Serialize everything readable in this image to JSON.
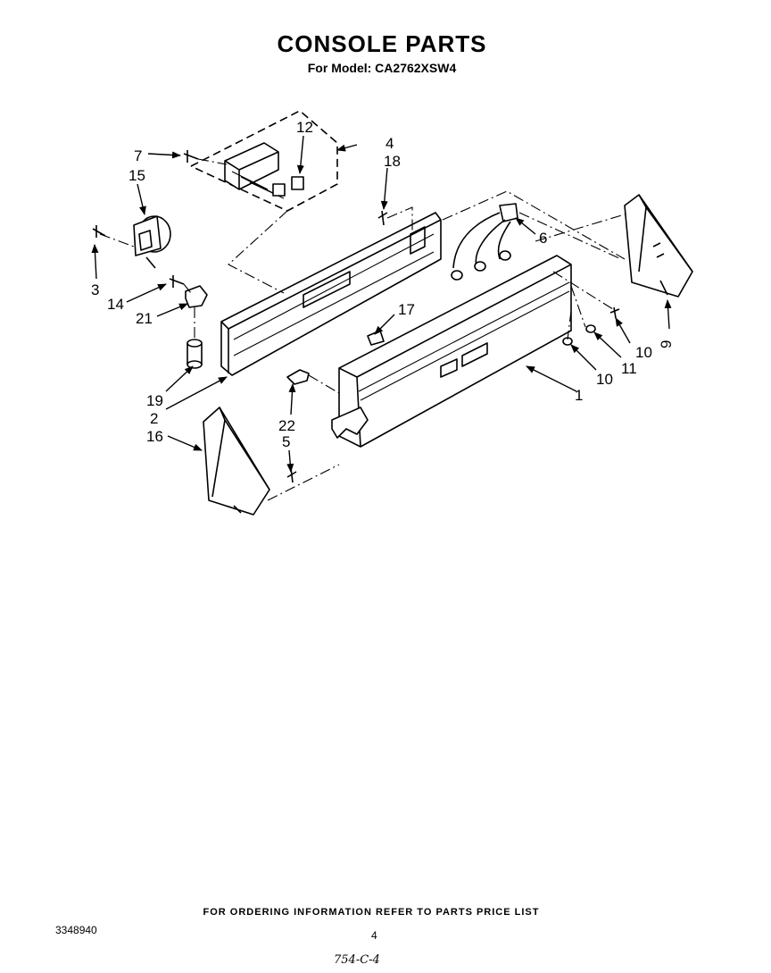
{
  "header": {
    "title": "CONSOLE PARTS",
    "subtitle": "For Model:  CA2762XSW4"
  },
  "callouts": [
    {
      "id": "c1",
      "label": "1"
    },
    {
      "id": "c2",
      "label": "2"
    },
    {
      "id": "c3",
      "label": "3"
    },
    {
      "id": "c4",
      "label": "4"
    },
    {
      "id": "c5",
      "label": "5"
    },
    {
      "id": "c6",
      "label": "6"
    },
    {
      "id": "c7",
      "label": "7"
    },
    {
      "id": "c9",
      "label": "9"
    },
    {
      "id": "c10a",
      "label": "10"
    },
    {
      "id": "c10b",
      "label": "10"
    },
    {
      "id": "c11",
      "label": "11"
    },
    {
      "id": "c12",
      "label": "12"
    },
    {
      "id": "c14",
      "label": "14"
    },
    {
      "id": "c15",
      "label": "15"
    },
    {
      "id": "c16",
      "label": "16"
    },
    {
      "id": "c17",
      "label": "17"
    },
    {
      "id": "c18",
      "label": "18"
    },
    {
      "id": "c19",
      "label": "19"
    },
    {
      "id": "c21",
      "label": "21"
    },
    {
      "id": "c22",
      "label": "22"
    }
  ],
  "footer": {
    "ordering_note": "FOR ORDERING INFORMATION REFER TO PARTS PRICE LIST",
    "document_number": "3348940",
    "page_number": "4",
    "handwritten_note": "754-C-4"
  }
}
